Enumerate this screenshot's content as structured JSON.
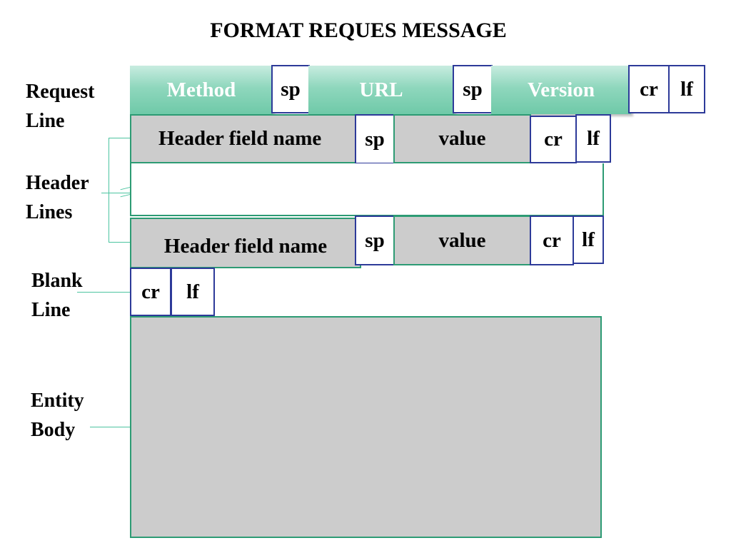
{
  "title": "FORMAT REQUES MESSAGE",
  "labels": {
    "request_line": [
      "Request",
      "Line"
    ],
    "header_lines": [
      "Header",
      "Lines"
    ],
    "blank_line": [
      "Blank",
      "Line"
    ],
    "entity_body": [
      "Entity",
      "Body"
    ]
  },
  "request_line": {
    "method": "Method",
    "sp1": "sp",
    "url": "URL",
    "sp2": "sp",
    "version": "Version",
    "cr": "cr",
    "lf": "lf"
  },
  "header_row_1": {
    "field_name": "Header field name",
    "colon": ":",
    "sp": "sp",
    "value": "value",
    "cr": "cr",
    "lf": "lf"
  },
  "header_row_2": {
    "field_name": "Header field name",
    "sp": "sp",
    "value": "value",
    "cr": "cr",
    "lf": "lf"
  },
  "blank_line": {
    "cr": "cr",
    "lf": "lf"
  },
  "colors": {
    "green_gradient_light": "#c8ece0",
    "green_gradient_dark": "#6fc9a8",
    "border_green": "#2d9b74",
    "token_border_blue": "#2d3a99",
    "field_gray": "#cccccc",
    "connector_green": "#4cc4a0"
  }
}
